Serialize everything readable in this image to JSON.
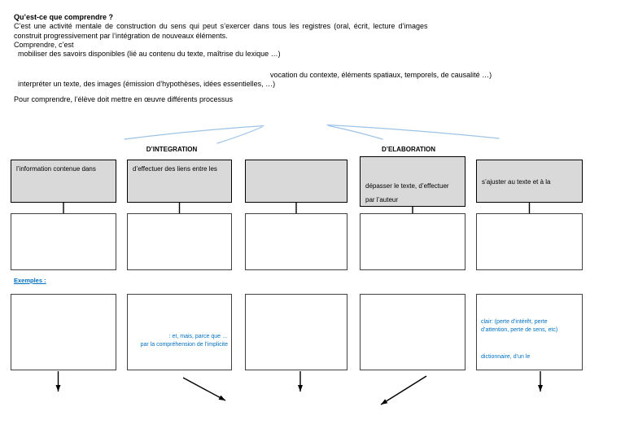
{
  "intro": {
    "title": "Qu’est-ce que comprendre ?",
    "registres": "C’est une activité mentale de construction du sens qui peut s’exercer dans tous les registres (oral, écrit, lecture d’images",
    "construit": "construit progressivement par l’intégration de nouveaux éléments.",
    "comprendre": "Comprendre, c’est",
    "mobiliser": "mobiliser des savoirs disponibles (lié au contenu du texte, maîtrise du lexique …)",
    "vocation": "vocation du contexte, éléments spatiaux, temporels, de causalité …)",
    "interpreter": "interpréter un texte, des images (émission d’hypothèses, idées essentielles, …)",
    "pour": "Pour comprendre, l’élève doit mettre en œuvre différents processus"
  },
  "diagram": {
    "labels": {
      "integration": "D’INTEGRATION",
      "elaboration": "D’ELABORATION"
    },
    "gray_boxes": [
      {
        "line1": "l’information contenue dans",
        "line2": ""
      },
      {
        "line1": "d’effectuer des liens entre les",
        "line2": ""
      },
      {
        "line1": "",
        "line2": ""
      },
      {
        "line1": "dépasser le texte, d’effectuer",
        "line2": "par l’auteur"
      },
      {
        "line1": "s’ajuster au texte et à la",
        "line2": ""
      }
    ]
  },
  "examples": {
    "label": "Exemples :",
    "connectives_box": {
      "line1": ": et, mais, parce que …",
      "line2": "par la compréhension de l’implicite"
    },
    "monitoring_box": {
      "line1": "clair: (perte d’intérêt, perte",
      "line2": "d’attention, perte de sens, etc)",
      "line3": "dictionnaire, d’un le"
    }
  },
  "icons": {
    "down_arrow": "↓",
    "down_right_arrow": "↘",
    "down_left_arrow": "↙"
  },
  "colors": {
    "accent_blue_text": "#0070C0",
    "light_blue_connector": "#9DC3E6",
    "box_gray_fill": "#D9D9D9",
    "box_border_dark": "#404040"
  }
}
